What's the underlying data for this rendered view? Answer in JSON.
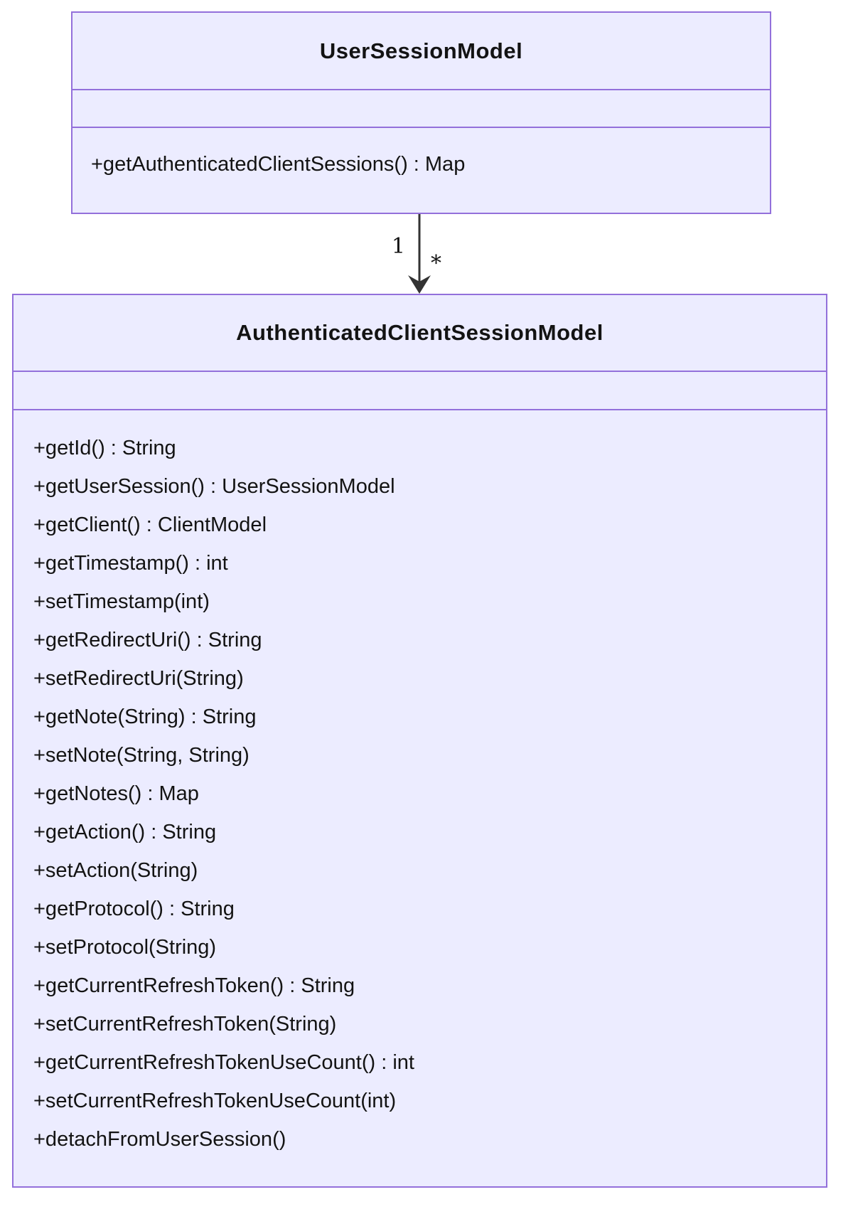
{
  "colors": {
    "background": "#FFFFFF",
    "box_fill": "#ECECFF",
    "box_border": "#9370DB",
    "text": "#131313",
    "arrow": "#333333"
  },
  "classes": [
    {
      "name": "UserSessionModel",
      "attributes": [],
      "methods": [
        "+getAuthenticatedClientSessions() : Map"
      ]
    },
    {
      "name": "AuthenticatedClientSessionModel",
      "attributes": [],
      "methods": [
        "+getId() : String",
        "+getUserSession() : UserSessionModel",
        "+getClient() : ClientModel",
        "+getTimestamp() : int",
        "+setTimestamp(int)",
        "+getRedirectUri() : String",
        "+setRedirectUri(String)",
        "+getNote(String) : String",
        "+setNote(String, String)",
        "+getNotes() : Map",
        "+getAction() : String",
        "+setAction(String)",
        "+getProtocol() : String",
        "+setProtocol(String)",
        "+getCurrentRefreshToken() : String",
        "+setCurrentRefreshToken(String)",
        "+getCurrentRefreshTokenUseCount() : int",
        "+setCurrentRefreshTokenUseCount(int)",
        "+detachFromUserSession()"
      ]
    }
  ],
  "relation": {
    "from": "UserSessionModel",
    "to": "AuthenticatedClientSessionModel",
    "source_multiplicity": "1",
    "target_multiplicity": "*"
  }
}
